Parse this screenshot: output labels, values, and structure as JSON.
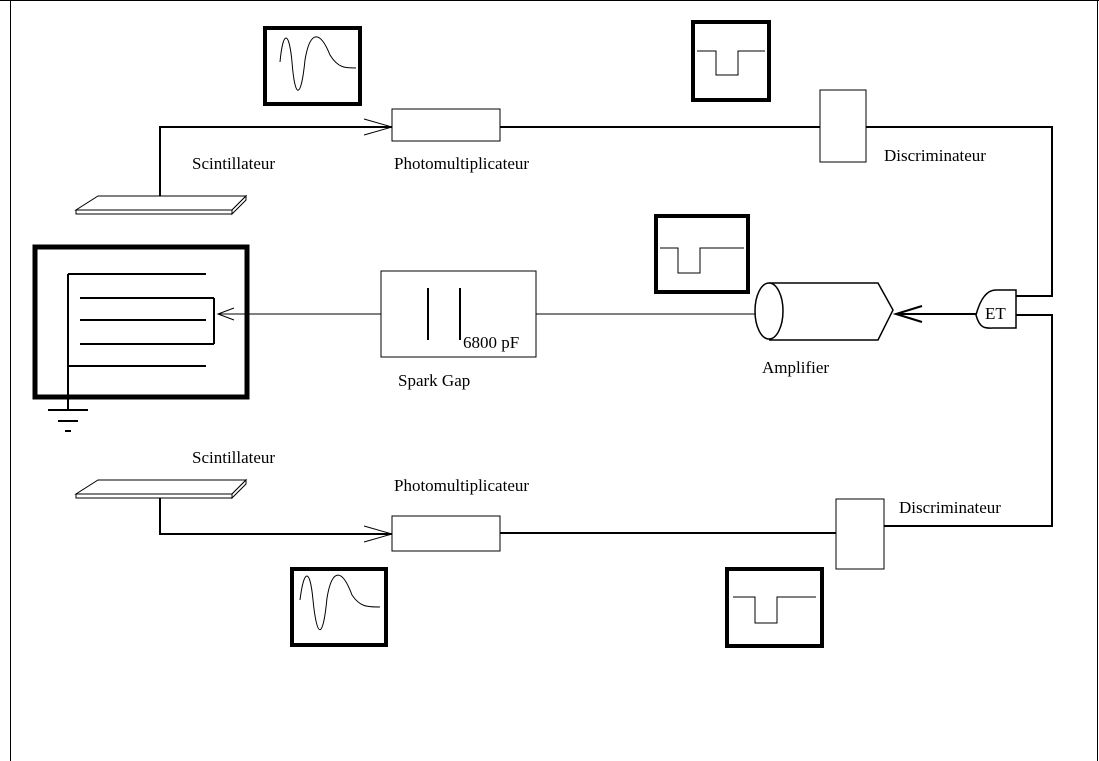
{
  "labels": {
    "scintillator_top": "Scintillateur",
    "pmt_top": "Photomultiplicateur",
    "discriminator_top": "Discriminateur",
    "spark_gap": "Spark Gap",
    "capacitance": "6800 pF",
    "amplifier": "Amplifier",
    "and_gate": "ET",
    "scintillator_bottom": "Scintillateur",
    "pmt_bottom": "Photomultiplicateur",
    "discriminator_bottom": "Discriminateur"
  },
  "colors": {
    "line": "#000000",
    "background": "#ffffff"
  },
  "icons": {
    "scope_pmt_top": "pmt-pulse-waveform-icon",
    "scope_disc_top": "square-pulse-waveform-icon",
    "scope_amplifier": "square-pulse-waveform-icon",
    "scope_pmt_bottom": "pmt-pulse-waveform-icon",
    "scope_disc_bottom": "square-pulse-waveform-icon",
    "ground": "ground-icon",
    "spark_chamber": "spark-chamber-icon"
  }
}
